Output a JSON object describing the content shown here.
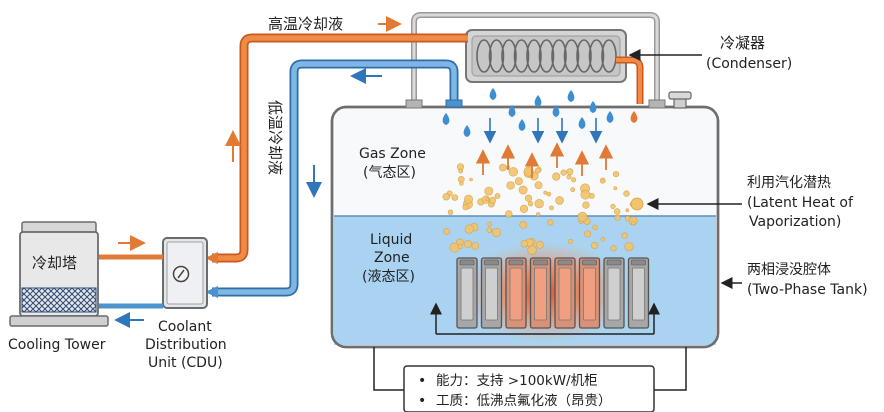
{
  "labels": {
    "hot_coolant": "高温冷却液",
    "cold_coolant": "低温冷却液",
    "condenser_cn": "冷凝器",
    "condenser_en": "(Condenser)",
    "gas_zone_en": "Gas Zone",
    "gas_zone_cn": "(气态区)",
    "liquid_zone_en_1": "Liquid",
    "liquid_zone_en_2": "Zone",
    "liquid_zone_cn": "(液态区)",
    "latent_heat_cn": "利用汽化潜热",
    "latent_heat_en_1": "(Latent Heat of",
    "latent_heat_en_2": "Vaporization)",
    "tank_cn": "两相浸没腔体",
    "tank_en": "(Two-Phase Tank)",
    "cooling_tower_cn": "冷却塔",
    "cooling_tower_en": "Cooling Tower",
    "cdu_1": "Coolant",
    "cdu_2": "Distribution",
    "cdu_3": "Unit (CDU)"
  },
  "notes": [
    {
      "bullet": "•",
      "text": "能力：支持 >100kW/机柜"
    },
    {
      "bullet": "•",
      "text": "工质：低沸点氟化液（昂贵）"
    }
  ],
  "colors": {
    "hot_pipe": "#e07a35",
    "cold_pipe": "#4a93cf",
    "liquid": "#a9d3f0",
    "bubble": "#f2c46d",
    "heat": "#f26a3a",
    "tank_stroke": "#6e6e6e"
  }
}
